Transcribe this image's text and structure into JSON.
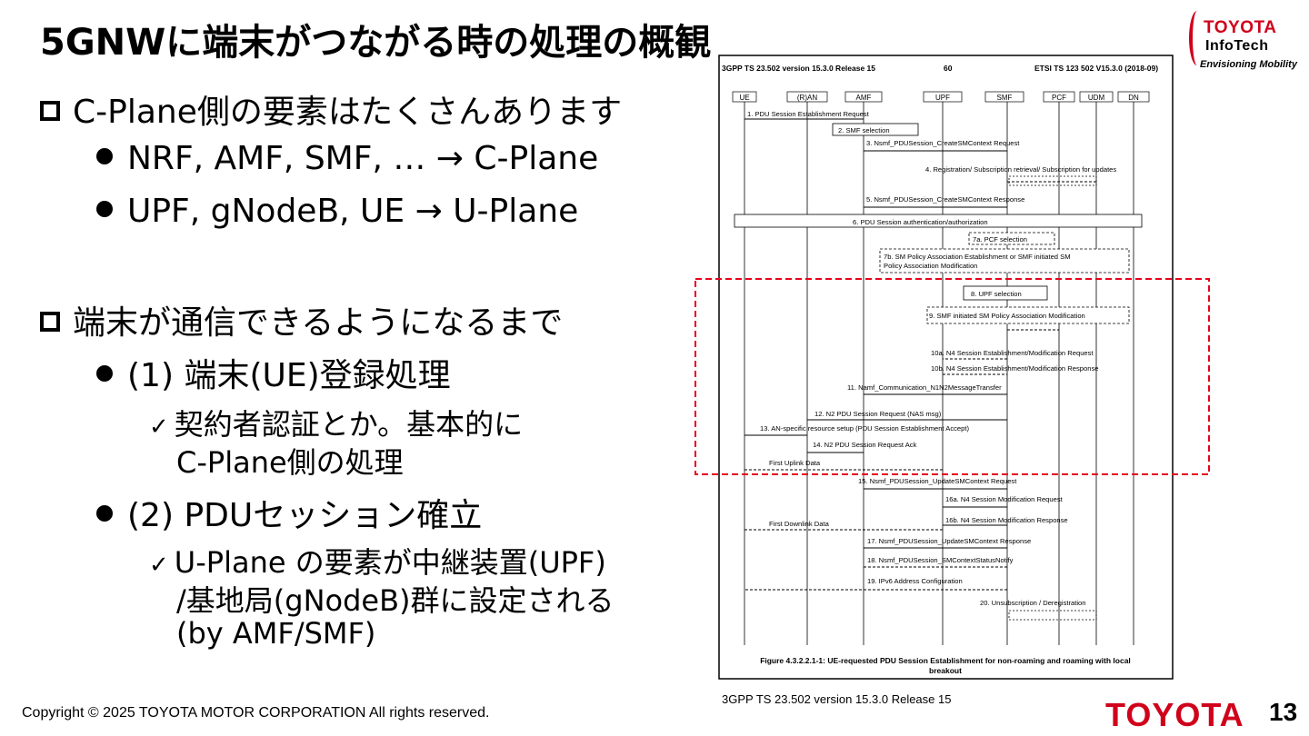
{
  "title": "5GNWに端末がつながる時の処理の概観",
  "logo": {
    "line1": "TOYOTA",
    "line2": "InfoTech",
    "line3": "Envisioning Mobility"
  },
  "content": {
    "section1": "C-Plane側の要素はたくさんあります",
    "s1_items": [
      "NRF, AMF, SMF, … → C-Plane",
      "UPF, gNodeB, UE → U-Plane"
    ],
    "section2": "端末が通信できるようになるまで",
    "s2_item1": "(1) 端末(UE)登録処理",
    "s2_item1_sub": [
      "契約者認証とか。基本的に",
      "C-Plane側の処理"
    ],
    "s2_item2": "(2) PDUセッション確立",
    "s2_item2_sub": [
      "U-Plane の要素が中継装置(UPF)",
      "/基地局(gNodeB)群に設定される",
      "(by AMF/SMF)"
    ]
  },
  "figure": {
    "header_left": "3GPP TS 23.502 version 15.3.0 Release 15",
    "header_mid": "60",
    "header_right": "ETSI TS 123 502 V15.3.0 (2018-09)",
    "nodes": [
      "UE",
      "(R)AN",
      "AMF",
      "UPF",
      "SMF",
      "PCF",
      "UDM",
      "DN"
    ],
    "steps": [
      "1. PDU Session Establishment Request",
      "2. SMF selection",
      "3. Nsmf_PDUSession_CreateSMContext Request",
      "4. Registration/ Subscription retrieval/ Subscription for updates",
      "5. Nsmf_PDUSession_CreateSMContext Response",
      "6. PDU Session authentication/authorization",
      "7a. PCF selection",
      "7b. SM Policy Association Establishment or SMF initiated SM",
      "Policy Association Modification",
      "8. UPF selection",
      "9. SMF initiated SM Policy Association Modification",
      "10a. N4 Session Establishment/Modification Request",
      "10b. N4 Session Establishment/Modification Response",
      "11. Namf_Communication_N1N2MessageTransfer",
      "12. N2 PDU Session Request (NAS msg)",
      "13. AN-specific resource setup (PDU Session Establishment Accept)",
      "14. N2 PDU Session Request Ack",
      "First Uplink Data",
      "15. Nsmf_PDUSession_UpdateSMContext Request",
      "16a. N4 Session Modification Request",
      "16b. N4 Session Modification Response",
      "First Downlink Data",
      "17. Nsmf_PDUSession_UpdateSMContext Response",
      "18. Nsmf_PDUSession_SMContextStatusNotify",
      "19. IPv6 Address Configuration",
      "20. Unsubscription / Deregistration"
    ],
    "caption_line1": "Figure 4.3.2.2.1-1: UE-requested PDU Session Establishment for non-roaming and roaming with local",
    "caption_line2": "breakout",
    "source": "3GPP TS 23.502 version 15.3.0 Release 15"
  },
  "footer": {
    "copyright": "Copyright ©  2025 TOYOTA MOTOR CORPORATION All rights reserved.",
    "brand": "TOYOTA",
    "page": "13"
  },
  "colors": {
    "accent": "#d0021b",
    "highlight_box": "#e8001c"
  }
}
